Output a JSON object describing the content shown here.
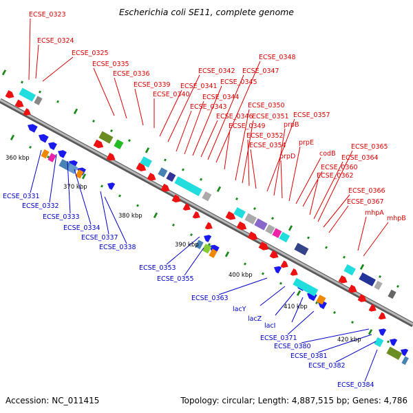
{
  "title": "Escherichia coli SE11, complete genome",
  "footer": {
    "accession": "Accession: NC_011415",
    "topology": "Topology: circular; Length: 4,887,515 bp; Genes: 4,786"
  },
  "colors": {
    "plus_label": "#dd0000",
    "minus_label": "#0000cc",
    "backbone": "#8a8a8a",
    "tick": "#1a8a1a"
  },
  "scale_labels": [
    "360 kbp",
    "370 kbp",
    "380 kbp",
    "390 kbp",
    "400 kbp",
    "410 kbp",
    "420 kbp"
  ],
  "plus_labels": [
    "ECSE_0323",
    "ECSE_0324",
    "ECSE_0325",
    "ECSE_0335",
    "ECSE_0336",
    "ECSE_0339",
    "ECSE_0340",
    "ECSE_0341",
    "ECSE_0342",
    "ECSE_0343",
    "ECSE_0344",
    "ECSE_0345",
    "ECSE_0346",
    "ECSE_0347",
    "ECSE_0348",
    "ECSE_0349",
    "ECSE_0350",
    "ECSE_0351",
    "ECSE_0352",
    "ECSE_0354",
    "ECSE_0357",
    "prpB",
    "prpD",
    "prpE",
    "codB",
    "ECSE_0360",
    "ECSE_0362",
    "ECSE_0364",
    "ECSE_0365",
    "ECSE_0366",
    "ECSE_0367",
    "mhpA",
    "mhpB"
  ],
  "minus_labels": [
    "ECSE_0331",
    "ECSE_0332",
    "ECSE_0333",
    "ECSE_0334",
    "ECSE_0337",
    "ECSE_0338",
    "ECSE_0353",
    "ECSE_0355",
    "ECSE_0363",
    "lacY",
    "lacZ",
    "lacI",
    "ECSE_0371",
    "ECSE_0380",
    "ECSE_0381",
    "ECSE_0382",
    "ECSE_0384"
  ]
}
